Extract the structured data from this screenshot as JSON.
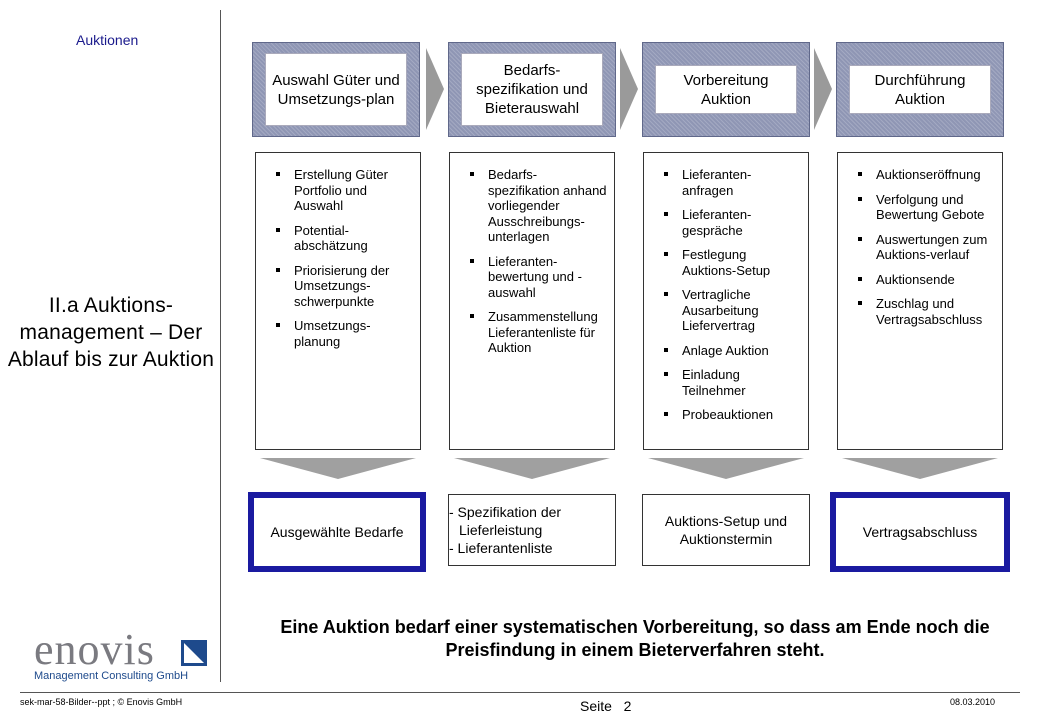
{
  "header": {
    "section_label": "Auktionen"
  },
  "side_title": "II.a Auktions-management – Der Ablauf bis zur Auktion",
  "stages": [
    {
      "title": "Auswahl Güter und Umsetzungs-plan",
      "items": [
        "Erstellung Güter Portfolio und Auswahl",
        "Potential-abschätzung",
        "Priorisierung der Umsetzungs-schwerpunkte",
        "Umsetzungs-planung"
      ],
      "result": {
        "lines": [
          "Ausgewählte Bedarfe"
        ],
        "style": "thick"
      }
    },
    {
      "title": "Bedarfs-spezifikation und Bieterauswahl",
      "items": [
        "Bedarfs-spezifikation anhand vorliegender Ausschreibungs-unterlagen",
        "Lieferanten-bewertung und -auswahl",
        "Zusammenstellung Lieferantenliste für Auktion"
      ],
      "result": {
        "lines": [
          "- Spezifikation der Lieferleistung",
          "- Lieferantenliste"
        ],
        "style": "thin"
      }
    },
    {
      "title": "Vorbereitung Auktion",
      "items": [
        "Lieferanten-anfragen",
        "Lieferanten-gespräche",
        "Festlegung Auktions-Setup",
        "Vertragliche Ausarbeitung Liefervertrag",
        "Anlage Auktion",
        "Einladung Teilnehmer",
        "Probeauktionen"
      ],
      "result": {
        "lines": [
          "Auktions-Setup und Auktionstermin"
        ],
        "style": "thin"
      }
    },
    {
      "title": "Durchführung Auktion",
      "items": [
        "Auktionseröffnung",
        "Verfolgung und Bewertung Gebote",
        "Auswertungen zum Auktions-verlauf",
        "Auktionsende",
        "Zuschlag und Vertragsabschluss"
      ],
      "result": {
        "lines": [
          "Vertragsabschluss"
        ],
        "style": "thick"
      }
    }
  ],
  "conclusion": "Eine Auktion bedarf einer systematischen Vorbereitung, so dass am Ende noch die Preisfindung in einem Bieterverfahren steht.",
  "logo": {
    "wordmark": "enovis",
    "subtitle": "Management Consulting GmbH"
  },
  "footer": {
    "left": "sek-mar-58-Bilder--ppt ; © Enovis GmbH",
    "page": "Seite   2",
    "date": "08.03.2010"
  },
  "colors": {
    "stage_fill": "#8f96b4",
    "highlight_border": "#1a1aa0",
    "label_blue": "#1a1a8c"
  }
}
